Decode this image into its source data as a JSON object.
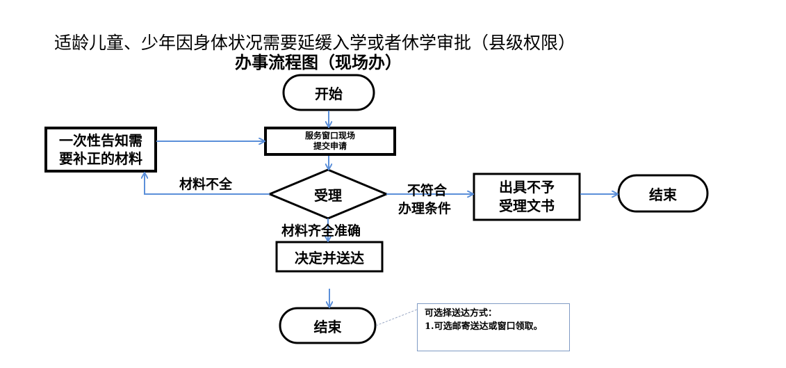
{
  "title": {
    "line1": "适龄儿童、少年因身体状况需要延缓入学或者休学审批（县级权限）",
    "line2": "办事流程图（现场办）"
  },
  "nodes": {
    "start": "开始",
    "submit": [
      "服务窗口现场",
      "提交申请"
    ],
    "notify": [
      "一次性告知需",
      "要补正的材料"
    ],
    "accept": "受理",
    "reject_doc": [
      "出具不予",
      "受理文书"
    ],
    "end_right": "结束",
    "decide": "决定并送达",
    "end_bottom": "结束"
  },
  "edge_labels": {
    "incomplete": "材料不全",
    "not_eligible": [
      "不符合",
      "办理条件"
    ],
    "complete": "材料齐全准确"
  },
  "note": {
    "line1": "可选择送达方式：",
    "line2": "1.可选邮寄送达或窗口领取。"
  },
  "colors": {
    "arrow": "#5b8fd9",
    "note_border": "#7f9ac4"
  }
}
